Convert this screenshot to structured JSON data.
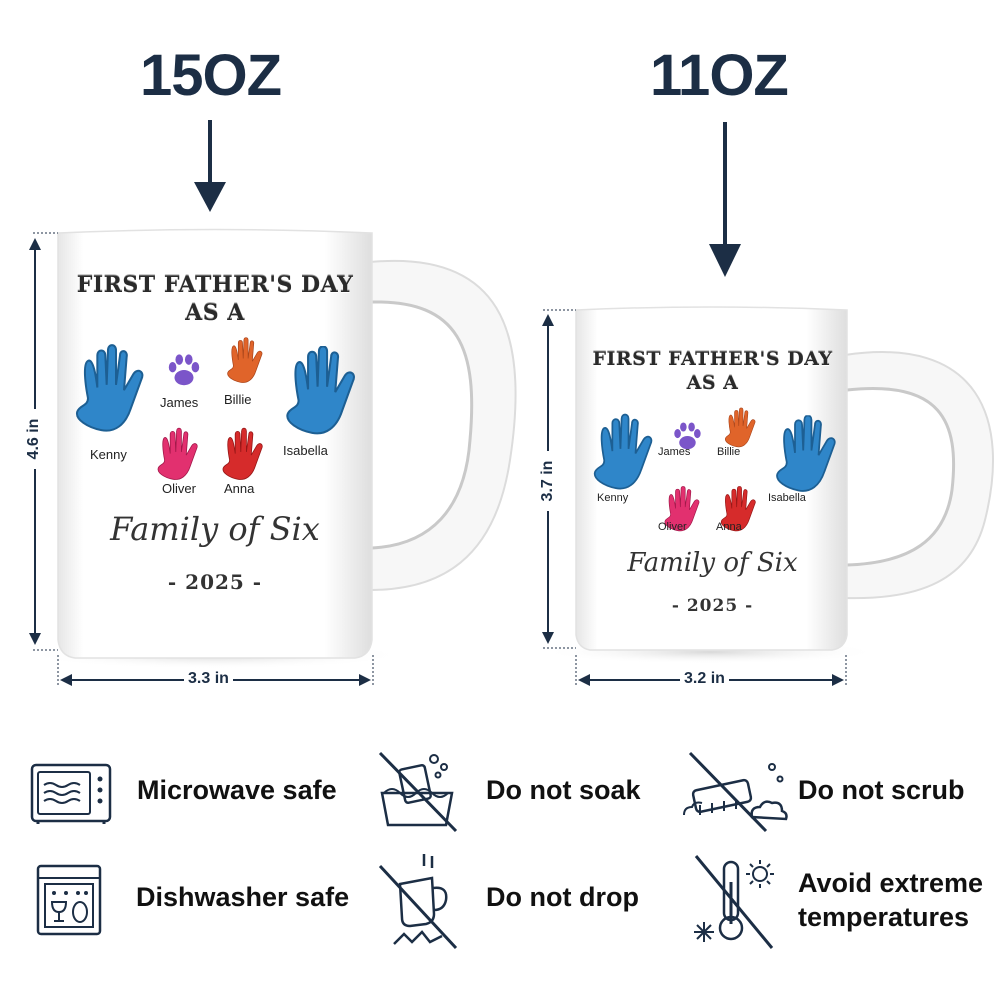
{
  "sizes": {
    "large": {
      "label": "15OZ",
      "height": "4.6 in",
      "width": "3.3 in"
    },
    "small": {
      "label": "11OZ",
      "height": "3.7 in",
      "width": "3.2 in"
    }
  },
  "mug_design": {
    "title_line1": "FIRST FATHER'S DAY",
    "title_line2": "AS A",
    "names": [
      "Kenny",
      "James",
      "Billie",
      "Isabella",
      "Oliver",
      "Anna"
    ],
    "script_text": "Family of Six",
    "year": "- 2025 -"
  },
  "care": [
    {
      "icon": "microwave-icon",
      "label": "Microwave safe"
    },
    {
      "icon": "no-soak-icon",
      "label": "Do not soak"
    },
    {
      "icon": "no-scrub-icon",
      "label": "Do not scrub"
    },
    {
      "icon": "dishwasher-icon",
      "label": "Dishwasher safe"
    },
    {
      "icon": "no-drop-icon",
      "label": "Do not drop"
    },
    {
      "icon": "avoid-temperature-icon",
      "label": "Avoid extreme temperatures"
    }
  ],
  "colors": {
    "navy": "#1c2e45",
    "hand_blue": "#2f86c9",
    "paw_purple": "#7b55c9",
    "hand_orange": "#e0642a",
    "hand_pink": "#e2306f",
    "hand_red": "#d62b2b"
  }
}
